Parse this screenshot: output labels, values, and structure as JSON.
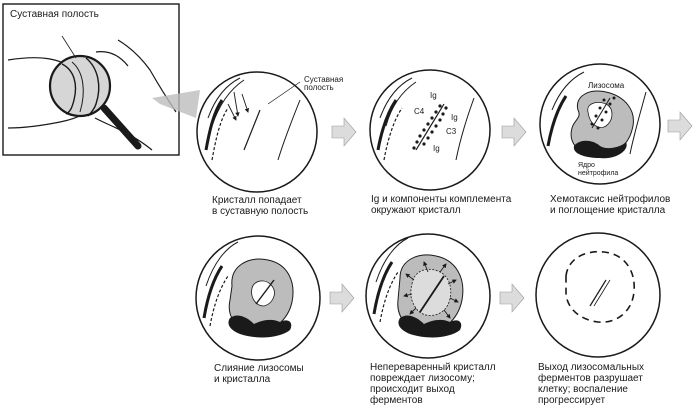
{
  "inset": {
    "label": "Суставная полость"
  },
  "panels": [
    {
      "caption": "Кристалл попадает\nв суставную полость",
      "label": "Суставная\nполость"
    },
    {
      "caption": "Ig и компоненты комплемента\nокружают кристалл",
      "labels": [
        "Ig",
        "C4",
        "Ig",
        "C3",
        "Ig"
      ]
    },
    {
      "caption": "Хемотаксис нейтрофилов\nи поглощение кристалла",
      "labels": [
        "Лизосома",
        "Ядро\nнейтрофила"
      ]
    },
    {
      "caption": "Слияние лизосомы\nи кристалла"
    },
    {
      "caption": "Непереваренный кристалл\nповреждает лизосому;\nпроисходит выход\nферментов"
    },
    {
      "caption": "Выход лизосомальных\nферментов разрушает\nклетку; воспаление\nпрогрессирует"
    }
  ],
  "colors": {
    "line": "#1a1a1a",
    "shade_light": "#cfcfcf",
    "shade_mid": "#b5b5b5",
    "arrow": "#dcdcdc"
  }
}
